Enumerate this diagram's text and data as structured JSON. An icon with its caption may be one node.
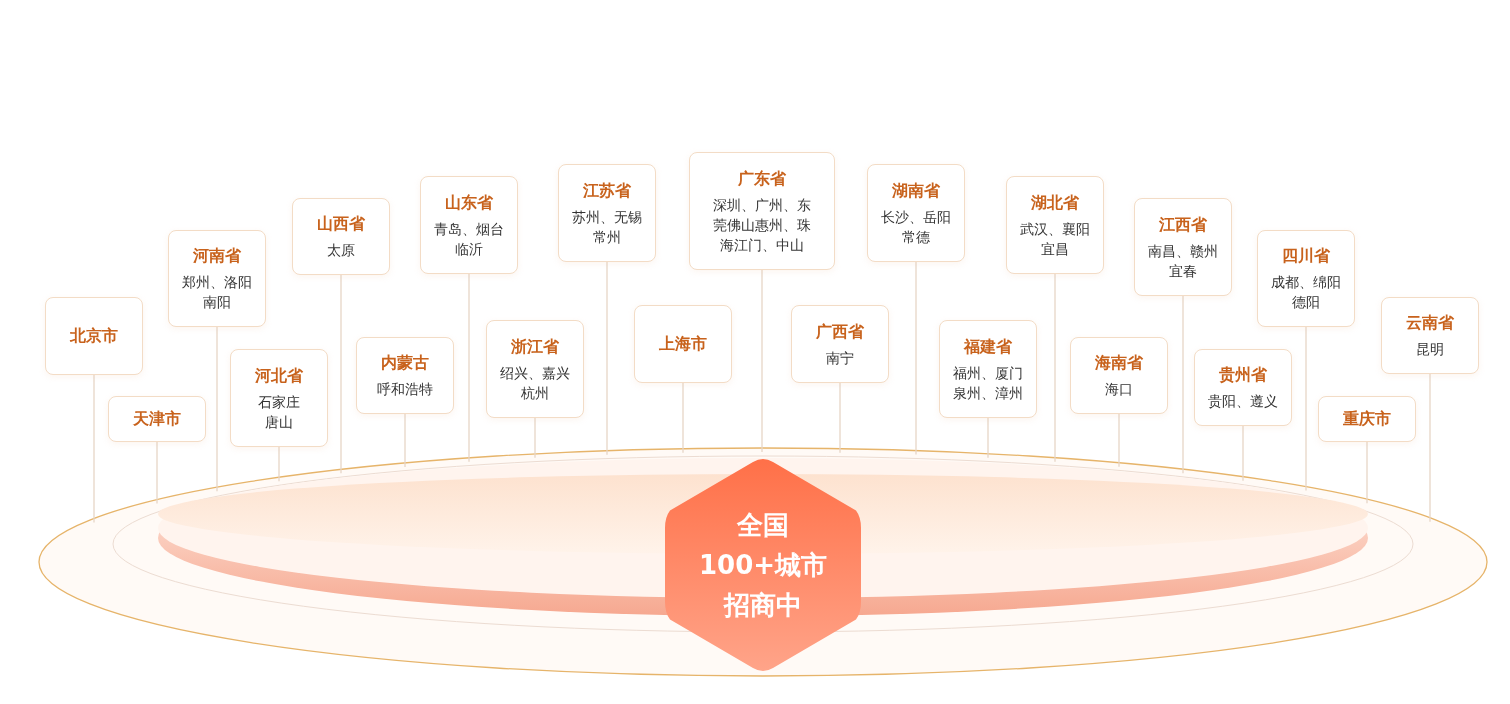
{
  "diagram": {
    "nodes": [
      {
        "text": [
          "北京市"
        ]
      },
      {
        "text": [
          "天津市"
        ]
      },
      {
        "text": [
          "河南省",
          "郑州、洛阳南阳"
        ]
      },
      {
        "text": [
          "河北省",
          "石家庄唐山"
        ]
      },
      {
        "text": [
          "山西省",
          "太原"
        ]
      },
      {
        "text": [
          "内蒙古",
          "呼和浩特"
        ]
      },
      {
        "text": [
          "山东省",
          "青岛、烟台临沂"
        ]
      },
      {
        "text": [
          "浙江省",
          "绍兴、嘉兴杭州"
        ]
      },
      {
        "text": [
          "江苏省",
          "苏州、无锡常州"
        ]
      },
      {
        "text": [
          "上海市"
        ]
      },
      {
        "text": [
          "广东省",
          "深圳、广州、东莞佛山惠州、珠海江门、中山"
        ]
      },
      {
        "text": [
          "广西省",
          "南宁"
        ]
      },
      {
        "text": [
          "湖南省",
          "长沙、岳阳常德"
        ]
      },
      {
        "text": [
          "福建省",
          "福州、厦门泉州、漳州"
        ]
      },
      {
        "text": [
          "湖北省",
          "武汉、襄阳宜昌"
        ]
      },
      {
        "text": [
          "海南省",
          "海口"
        ]
      },
      {
        "text": [
          "江西省",
          "南昌、赣州宜春"
        ]
      },
      {
        "text": [
          "贵州省",
          "贵阳、遵义"
        ]
      },
      {
        "text": [
          "四川省",
          "成都、绵阳德阳"
        ]
      },
      {
        "text": [
          "重庆市"
        ]
      },
      {
        "text": [
          "云南省",
          "昆明"
        ]
      },
      {
        "text": [
          "全国",
          "100+城市",
          "招商中"
        ],
        "in": 22
      },
      {
        "text": [],
        "shape": "ellipse"
      }
    ],
    "edges": [
      {
        "from": 0,
        "to": 22,
        "arrow": "none"
      },
      {
        "from": 1,
        "to": 22,
        "arrow": "none"
      },
      {
        "from": 2,
        "to": 22,
        "arrow": "none"
      },
      {
        "from": 3,
        "to": 22,
        "arrow": "none"
      },
      {
        "from": 4,
        "to": 22,
        "arrow": "none"
      },
      {
        "from": 5,
        "to": 22,
        "arrow": "none"
      },
      {
        "from": 6,
        "to": 22,
        "arrow": "none"
      },
      {
        "from": 7,
        "to": 22,
        "arrow": "none"
      },
      {
        "from": 8,
        "to": 22,
        "arrow": "none"
      },
      {
        "from": 9,
        "to": 22,
        "arrow": "none"
      },
      {
        "from": 10,
        "to": 22,
        "arrow": "none"
      },
      {
        "from": 11,
        "to": 22,
        "arrow": "none"
      },
      {
        "from": 12,
        "to": 22,
        "arrow": "none"
      },
      {
        "from": 13,
        "to": 22,
        "arrow": "none"
      },
      {
        "from": 14,
        "to": 22,
        "arrow": "none"
      },
      {
        "from": 15,
        "to": 22,
        "arrow": "none"
      },
      {
        "from": 16,
        "to": 22,
        "arrow": "none"
      },
      {
        "from": 17,
        "to": 22,
        "arrow": "none"
      },
      {
        "from": 18,
        "to": 22,
        "arrow": "none"
      },
      {
        "from": 19,
        "to": 22,
        "arrow": "none"
      },
      {
        "from": 20,
        "to": 22,
        "arrow": "none"
      }
    ]
  }
}
